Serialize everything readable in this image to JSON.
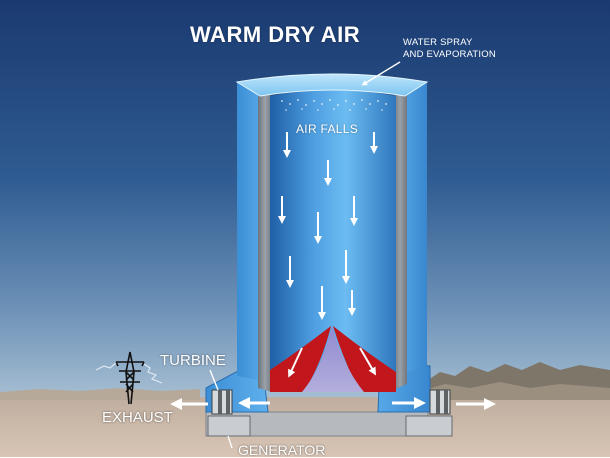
{
  "labels": {
    "title": "WARM DRY AIR",
    "water_spray_line1": "WATER SPRAY",
    "water_spray_line2": "AND EVAPORATION",
    "air_falls": "AIR FALLS",
    "turbine": "TURBINE",
    "exhaust": "EXHAUST",
    "generator": "GENERATOR"
  },
  "colors": {
    "sky_top": "#1a3a70",
    "sky_horizon": "#8aaac6",
    "ground": "#cdb9a9",
    "tower_blue": "#4aa0e0",
    "tower_light": "#9fd6f6",
    "inner_wall": "#8b9096",
    "red_duct": "#c0161c",
    "cone": "#a7a2d2",
    "arrow": "#ffffff"
  }
}
